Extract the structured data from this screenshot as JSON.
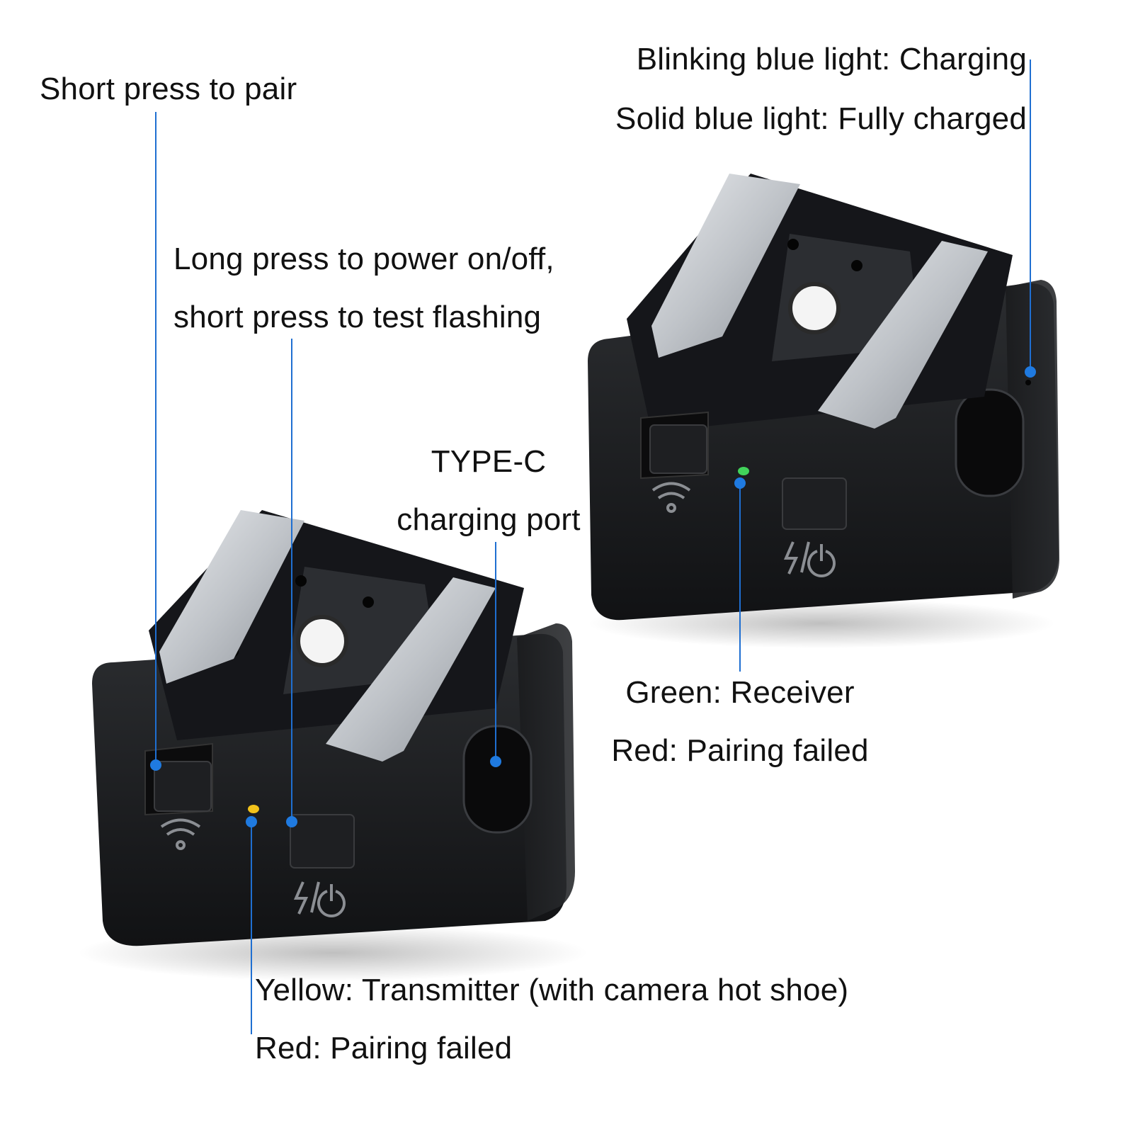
{
  "callouts": {
    "pair": {
      "text": "Short press to pair"
    },
    "power": {
      "line1": "Long press to power on/off,",
      "line2": "short press to test flashing"
    },
    "usb": {
      "line1": "TYPE-C",
      "line2": "charging port"
    },
    "charge": {
      "line1": "Blinking blue light: Charging",
      "line2": "Solid blue light: Fully charged"
    },
    "receiver": {
      "line1": "Green: Receiver",
      "line2": "Red: Pairing failed"
    },
    "transmitter": {
      "line1": "Yellow: Transmitter (with camera hot shoe)",
      "line2": "Red: Pairing failed"
    }
  },
  "colors": {
    "leader": "#1f6fd1",
    "dot": "#1f7ae0",
    "body": "#1b1c1e",
    "metal": "#c9ccd1",
    "led_yellow": "#f2c21b",
    "led_green": "#41d35a"
  },
  "icons": [
    "wifi-pair-icon",
    "flash-power-icon",
    "ce-mark",
    "fcc-mark"
  ]
}
